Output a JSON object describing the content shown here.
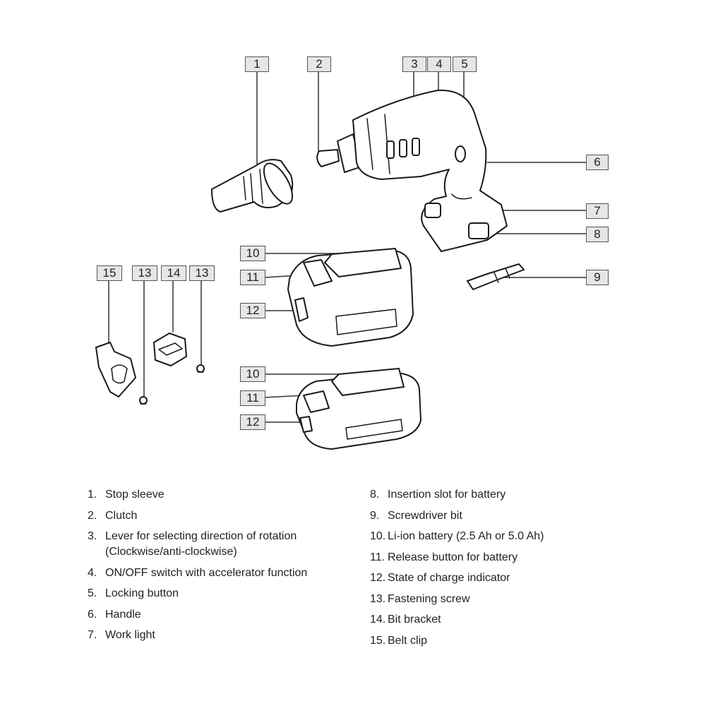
{
  "callouts": [
    "1",
    "2",
    "3",
    "4",
    "5",
    "6",
    "7",
    "8",
    "9",
    "10",
    "11",
    "12",
    "10",
    "11",
    "12",
    "15",
    "13",
    "14",
    "13"
  ],
  "legend_left": [
    {
      "num": "1.",
      "text": "Stop sleeve"
    },
    {
      "num": "2.",
      "text": "Clutch"
    },
    {
      "num": "3.",
      "text": "Lever for selecting direction of rotation\n(Clockwise/anti-clockwise)"
    },
    {
      "num": "4.",
      "text": "ON/OFF switch with accelerator function"
    },
    {
      "num": "5.",
      "text": "Locking button"
    },
    {
      "num": "6.",
      "text": "Handle"
    },
    {
      "num": "7.",
      "text": "Work light"
    }
  ],
  "legend_right": [
    {
      "num": "8.",
      "text": "Insertion slot for battery"
    },
    {
      "num": "9.",
      "text": "Screwdriver bit"
    },
    {
      "num": "10.",
      "text": "Li-ion battery (2.5 Ah or 5.0 Ah)"
    },
    {
      "num": "11.",
      "text": "Release button for battery"
    },
    {
      "num": "12.",
      "text": "State of charge indicator"
    },
    {
      "num": "13.",
      "text": "Fastening screw"
    },
    {
      "num": "14.",
      "text": "Bit bracket"
    },
    {
      "num": "15.",
      "text": "Belt clip"
    }
  ]
}
